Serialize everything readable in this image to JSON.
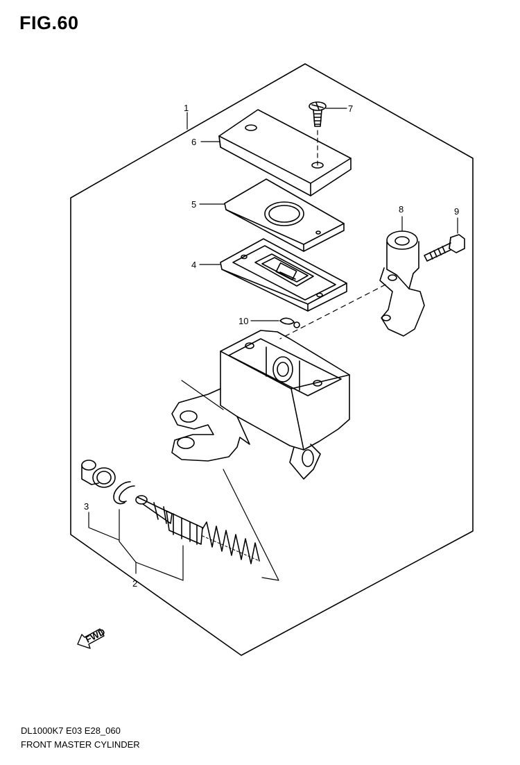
{
  "figure": {
    "title": "FIG.60",
    "model_code": "DL1000K7 E03 E28_060",
    "caption": "FRONT MASTER CYLINDER"
  },
  "callouts": {
    "c1": "1",
    "c2": "2",
    "c3": "3",
    "c4": "4",
    "c5": "5",
    "c6": "6",
    "c7": "7",
    "c8": "8",
    "c9": "9",
    "c10": "10"
  },
  "fwd_label": "FWD"
}
